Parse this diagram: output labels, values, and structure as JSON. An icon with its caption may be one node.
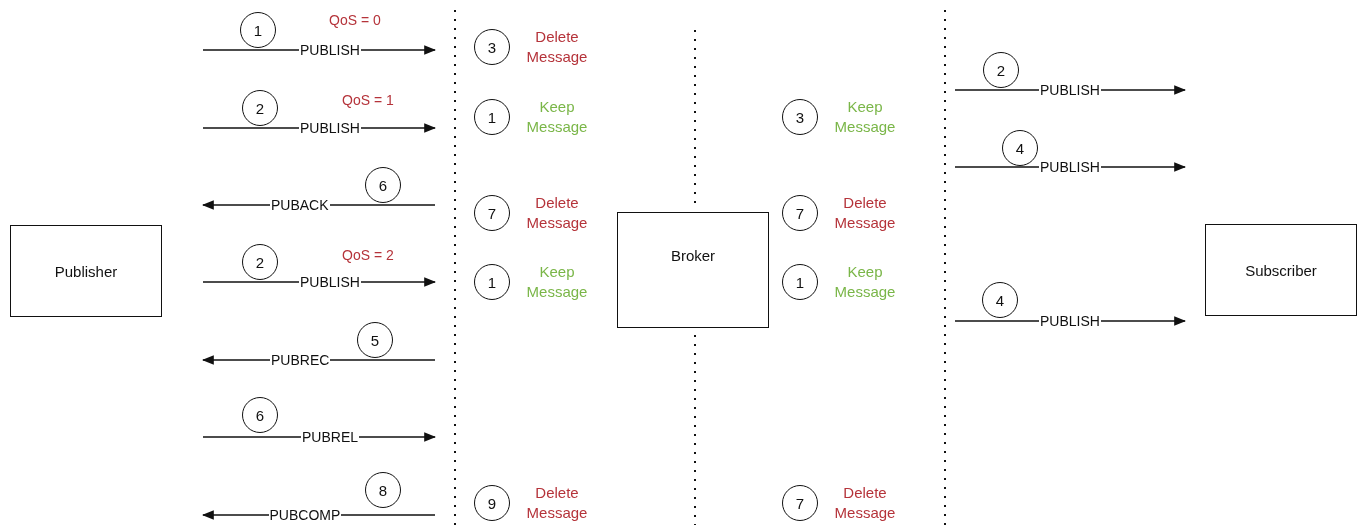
{
  "diagram": {
    "nodes": [
      {
        "text": [
          "Publisher"
        ]
      },
      {
        "text": [
          "Broker"
        ]
      },
      {
        "text": [
          "Subscriber"
        ]
      },
      {
        "text": [
          "1"
        ]
      },
      {
        "text": [
          "3"
        ],
        "beside": [
          "Delete Message"
        ]
      },
      {
        "text": [
          "2"
        ]
      },
      {
        "text": [
          "2"
        ]
      },
      {
        "text": [
          "1"
        ],
        "beside": [
          "Keep Message"
        ]
      },
      {
        "text": [
          "3"
        ],
        "beside": [
          "Keep Message"
        ]
      },
      {
        "text": [
          "4"
        ]
      },
      {
        "text": [
          "6"
        ]
      },
      {
        "text": [
          "7"
        ],
        "beside": [
          "Delete Message"
        ]
      },
      {
        "text": [
          "7"
        ],
        "beside": [
          "Delete Message"
        ]
      },
      {
        "text": [
          "2"
        ]
      },
      {
        "text": [
          "1"
        ],
        "beside": [
          "Keep Message"
        ]
      },
      {
        "text": [
          "1"
        ],
        "beside": [
          "Keep Message"
        ]
      },
      {
        "text": [
          "4"
        ]
      },
      {
        "text": [
          "5"
        ]
      },
      {
        "text": [
          "6"
        ]
      },
      {
        "text": [
          "8"
        ]
      },
      {
        "text": [
          "9"
        ],
        "beside": [
          "Delete Message"
        ]
      },
      {
        "text": [
          "7"
        ],
        "beside": [
          "Delete Message"
        ]
      }
    ],
    "labels": [
      "QoS = 0",
      "PUBLISH",
      "PUBLISH",
      "QoS = 1",
      "PUBLISH",
      "PUBLISH",
      "PUBACK",
      "QoS = 2",
      "PUBLISH",
      "PUBLISH",
      "PUBREC",
      "PUBREL",
      "PUBCOMP"
    ]
  }
}
